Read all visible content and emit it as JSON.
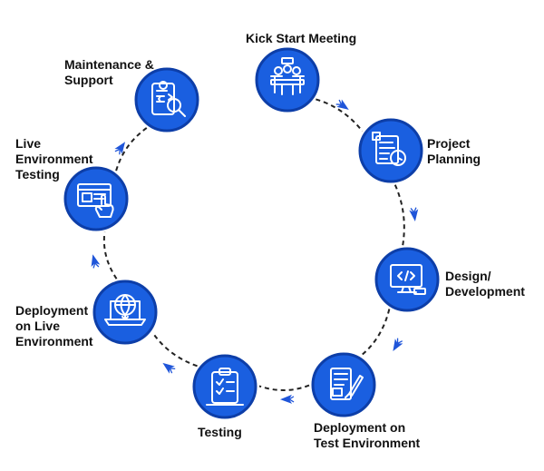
{
  "diagram": {
    "type": "cycle",
    "colors": {
      "node_fill": "#1a5fe0",
      "node_ring": "#0d3ea8",
      "connector": "#222222",
      "arrow": "#1f55d9",
      "icon": "#ffffff",
      "label": "#111111"
    },
    "steps": [
      {
        "id": "kick-start-meeting",
        "label": "Kick Start Meeting",
        "icon": "meeting-icon"
      },
      {
        "id": "project-planning",
        "label": "Project\nPlanning",
        "icon": "planning-icon"
      },
      {
        "id": "design-development",
        "label": "Design/\nDevelopment",
        "icon": "code-monitor-icon"
      },
      {
        "id": "deployment-test",
        "label": "Deployment on\nTest Environment",
        "icon": "document-pen-icon"
      },
      {
        "id": "testing",
        "label": "Testing",
        "icon": "clipboard-icon"
      },
      {
        "id": "deployment-live",
        "label": "Deployment\non Live\nEnvironment",
        "icon": "laptop-globe-icon"
      },
      {
        "id": "live-testing",
        "label": "Live\nEnvironment\nTesting",
        "icon": "touch-screen-icon"
      },
      {
        "id": "maintenance-support",
        "label": "Maintenance &\nSupport",
        "icon": "tablet-gear-icon"
      }
    ]
  }
}
